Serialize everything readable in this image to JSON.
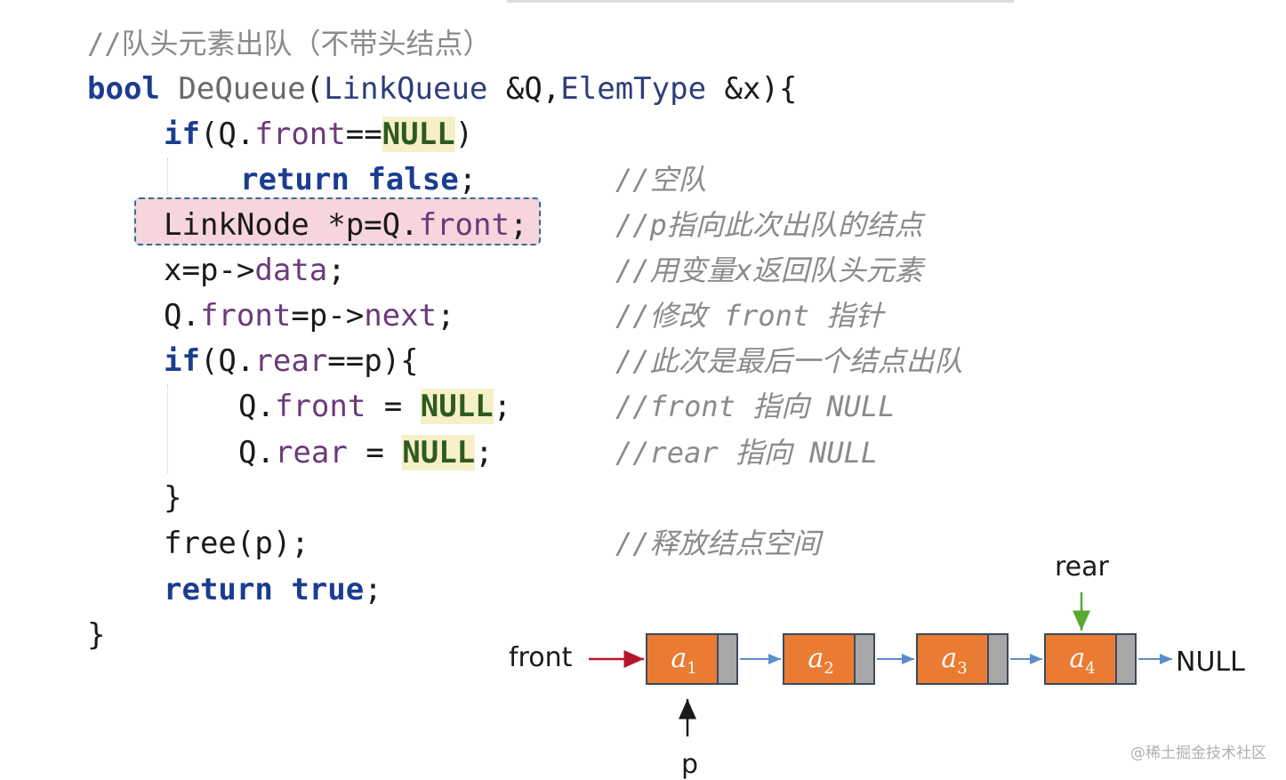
{
  "code": {
    "title_comment": "//队头元素出队（不带头结点）",
    "sig": {
      "ret": "bool",
      "name": "DeQueue",
      "lp": "(",
      "t1": "LinkQueue",
      "a1": " &Q,",
      "t2": "ElemType",
      "a2": " &x){"
    },
    "l3": {
      "kw": "if",
      "a": "(Q.",
      "mem": "front",
      "op": "==",
      "nul": "NULL",
      "b": ")"
    },
    "l4": {
      "kw1": "return",
      "sp": " ",
      "kw2": "false",
      "semi": ";"
    },
    "l5": {
      "text": "LinkNode *p=Q.",
      "mem": "front",
      "semi": ";"
    },
    "l6": {
      "a": "x=p->",
      "mem": "data",
      "semi": ";"
    },
    "l7": {
      "a": "Q.",
      "mem1": "front",
      "b": "=p->",
      "mem2": "next",
      "semi": ";"
    },
    "l8": {
      "kw": "if",
      "a": "(Q.",
      "mem": "rear",
      "b": "==p){"
    },
    "l9": {
      "a": "Q.",
      "mem": "front",
      "b": " = ",
      "nul": "NULL",
      "semi": ";"
    },
    "l10": {
      "a": "Q.",
      "mem": "rear",
      "b": " = ",
      "nul": "NULL",
      "semi": ";"
    },
    "l11": "}",
    "l12": "free(p);",
    "l13": {
      "kw1": "return",
      "sp": " ",
      "kw2": "true",
      "semi": ";"
    },
    "l14": "}"
  },
  "comments": {
    "c4": "//空队",
    "c5": "//p指向此次出队的结点",
    "c6": "//用变量x返回队头元素",
    "c7": "//修改 front 指针",
    "c8": "//此次是最后一个结点出队",
    "c9": "//front 指向 NULL",
    "c10": "//rear 指向 NULL",
    "c12": "//释放结点空间"
  },
  "diagram": {
    "front_label": "front",
    "rear_label": "rear",
    "p_label": "p",
    "null_label": "NULL",
    "nodes": [
      {
        "var": "a",
        "sub": "1"
      },
      {
        "var": "a",
        "sub": "2"
      },
      {
        "var": "a",
        "sub": "3"
      },
      {
        "var": "a",
        "sub": "4"
      }
    ],
    "colors": {
      "node_fill": "#ea7b32",
      "pointer_field": "#a7a7a7",
      "front_arrow": "#b5162b",
      "rear_arrow": "#5aa832",
      "link_arrow": "#5b8ec8",
      "p_arrow": "#1a1a1a"
    }
  },
  "watermark": "@稀土掘金技术社区"
}
